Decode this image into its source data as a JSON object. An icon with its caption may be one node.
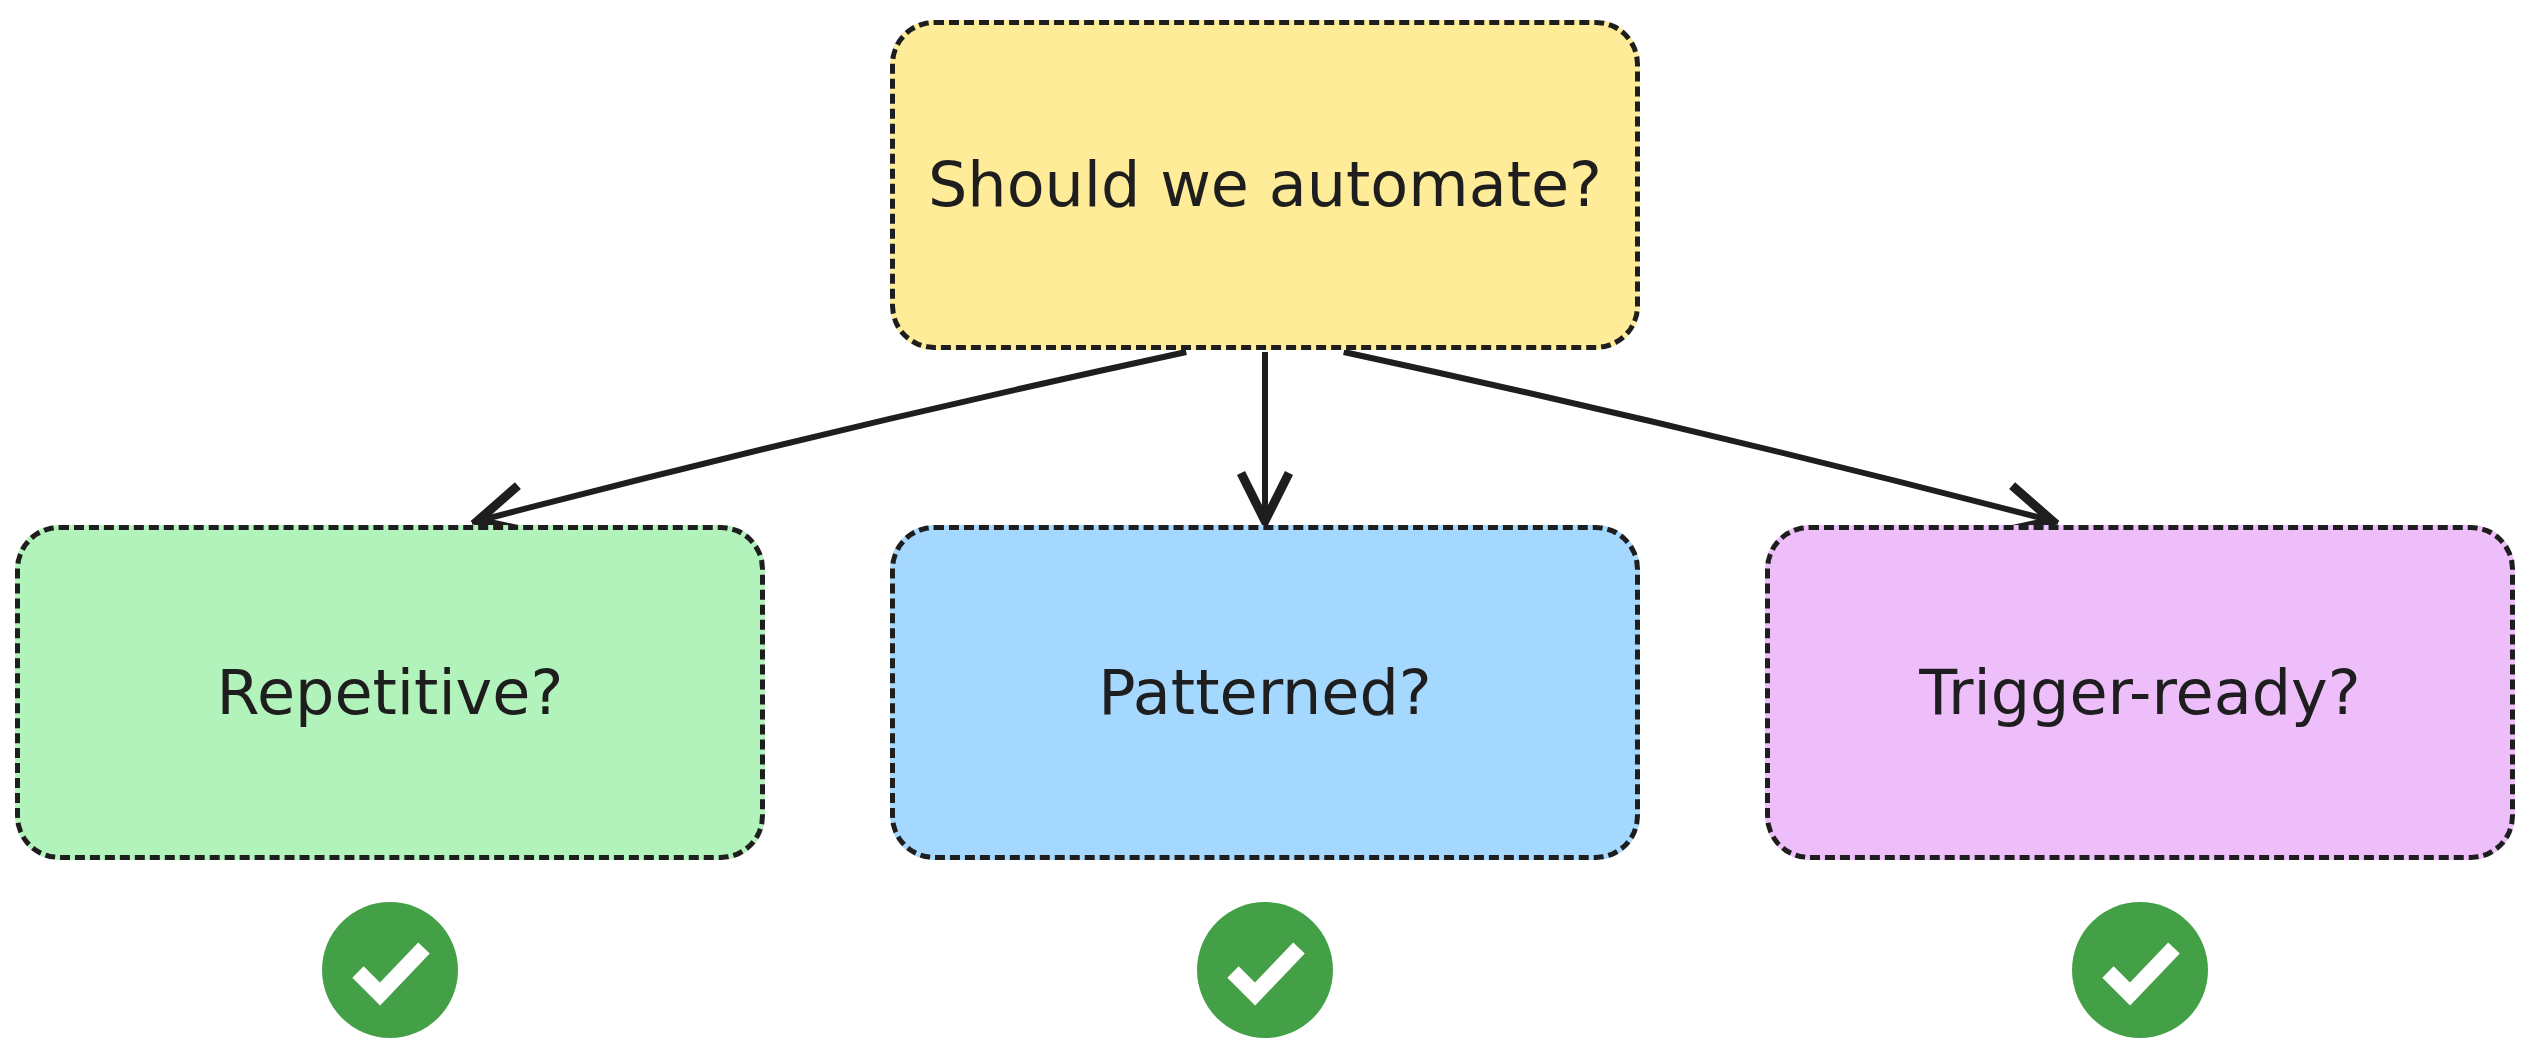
{
  "diagram": {
    "nodes": [
      {
        "text": [
          "Should we automate?"
        ]
      },
      {
        "text": [
          "Repetitive?"
        ]
      },
      {
        "text": [
          "Patterned?"
        ]
      },
      {
        "text": [
          "Trigger-ready?"
        ]
      }
    ],
    "edges": [
      {
        "from": 0,
        "to": 1,
        "arrow": "to"
      },
      {
        "from": 0,
        "to": 2,
        "arrow": "to"
      },
      {
        "from": 0,
        "to": 3,
        "arrow": "to"
      }
    ]
  }
}
